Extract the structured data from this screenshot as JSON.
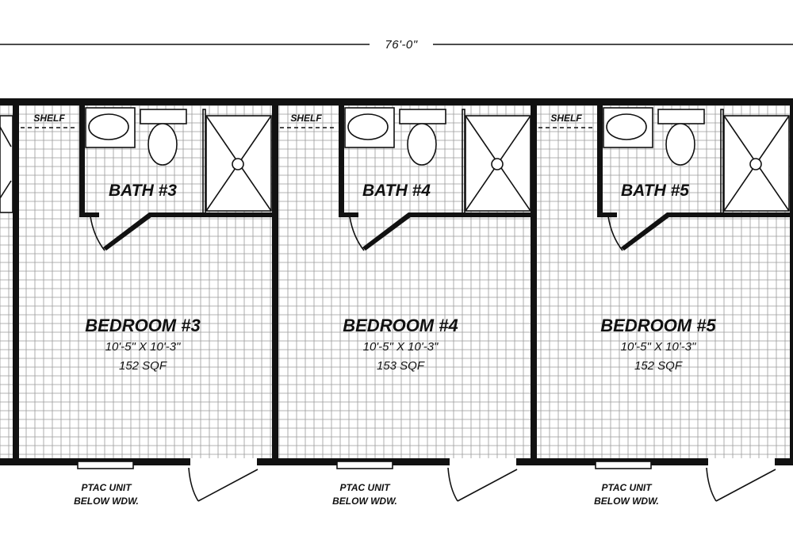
{
  "overall_dimension": "76'-0\"",
  "units": [
    {
      "bath": "BATH #3",
      "shelf": "SHELF",
      "bedroom": "BEDROOM #3",
      "size": "10'-5\" X 10'-3\"",
      "area": "152 SQF",
      "ptac_line1": "PTAC UNIT",
      "ptac_line2": "BELOW WDW."
    },
    {
      "bath": "BATH #4",
      "shelf": "SHELF",
      "bedroom": "BEDROOM #4",
      "size": "10'-5\" X 10'-3\"",
      "area": "153 SQF",
      "ptac_line1": "PTAC UNIT",
      "ptac_line2": "BELOW WDW."
    },
    {
      "bath": "BATH #5",
      "shelf": "SHELF",
      "bedroom": "BEDROOM #5",
      "size": "10'-5\" X 10'-3\"",
      "area": "152 SQF",
      "ptac_line1": "PTAC UNIT",
      "ptac_line2": "BELOW WDW."
    }
  ]
}
